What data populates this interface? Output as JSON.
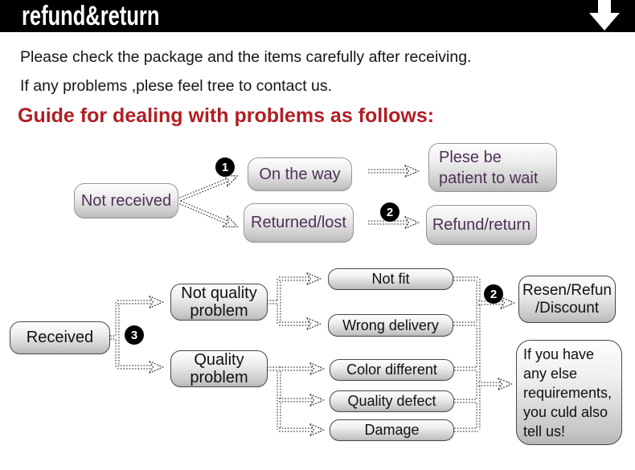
{
  "banner": {
    "title": "refund&return"
  },
  "intro": {
    "line1": "Please check the package and the items carefully after receiving.",
    "line2": "If any problems ,plese feel tree to contact us."
  },
  "heading": {
    "text": "Guide for dealing with problems as follows:"
  },
  "colors": {
    "banner_bg": "#000000",
    "banner_text": "#ffffff",
    "heading_red": "#b11e23",
    "box_text_purple": "#4e3155",
    "box_text_dark": "#101010",
    "connector": "#3c3c3c"
  },
  "badges": {
    "step1": "1",
    "step2": "2",
    "step3": "3",
    "step2b": "2"
  },
  "flow_not_received": {
    "not_received": "Not received",
    "on_the_way": "On the way",
    "returned_lost": "Returned/lost",
    "please_wait": "Plese be\npatient to wait",
    "refund_return": "Refund/return"
  },
  "flow_received": {
    "received": "Received",
    "not_quality_problem": "Not quality\nproblem",
    "quality_problem": "Quality\nproblem",
    "not_fit": "Not fit",
    "wrong_delivery": "Wrong delivery",
    "color_different": "Color different",
    "quality_defect": "Quality defect",
    "damage": "Damage",
    "resend_refund_discount": "Resen/Refun\n/Discount",
    "note": "If you have\nany else\nrequirements,\nyou culd also\ntell us!"
  }
}
